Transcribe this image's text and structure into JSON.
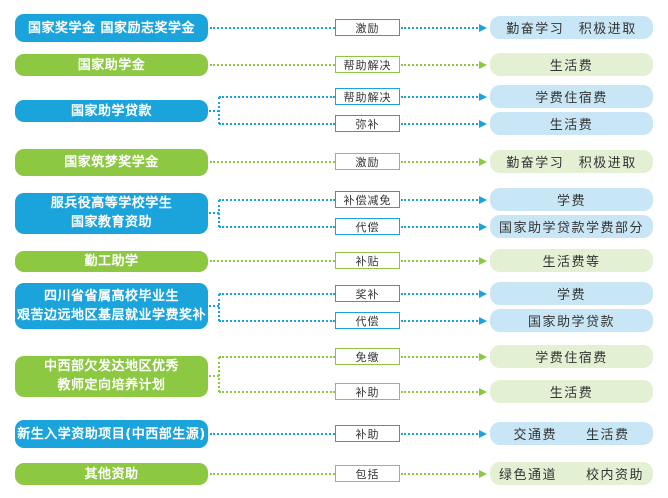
{
  "palette": {
    "blue": "#1BA3DC",
    "green": "#8CC841",
    "blue_light": "#C8E6F5",
    "green_light": "#E4F0D4",
    "text_dark": "#333333",
    "box_text": "#FFFFFF"
  },
  "rows": [
    {
      "color": "blue",
      "program": [
        "国家奖学金  国家励志奖学金"
      ],
      "links": [
        {
          "verb": "激励",
          "result": "勤奋学习　积极进取"
        }
      ]
    },
    {
      "color": "green",
      "program": [
        "国家助学金"
      ],
      "links": [
        {
          "verb": "帮助解决",
          "result": "生活费"
        }
      ]
    },
    {
      "color": "blue",
      "program": [
        "国家助学贷款"
      ],
      "links": [
        {
          "verb": "帮助解决",
          "result": "学费住宿费"
        },
        {
          "verb": "弥补",
          "result": "生活费"
        }
      ]
    },
    {
      "color": "green",
      "program": [
        "国家筑梦奖学金"
      ],
      "links": [
        {
          "verb": "激励",
          "result": "勤奋学习　积极进取"
        }
      ]
    },
    {
      "color": "blue",
      "program": [
        "服兵役高等学校学生",
        "国家教育资助"
      ],
      "links": [
        {
          "verb": "补偿减免",
          "result": "学费"
        },
        {
          "verb": "代偿",
          "result": "国家助学贷款学费部分"
        }
      ]
    },
    {
      "color": "green",
      "program": [
        "勤工助学"
      ],
      "links": [
        {
          "verb": "补贴",
          "result": "生活费等"
        }
      ]
    },
    {
      "color": "blue",
      "program": [
        "四川省省属高校毕业生",
        "艰苦边远地区基层就业学费奖补"
      ],
      "links": [
        {
          "verb": "奖补",
          "result": "学费"
        },
        {
          "verb": "代偿",
          "result": "国家助学贷款"
        }
      ]
    },
    {
      "color": "green",
      "program": [
        "中西部欠发达地区优秀",
        "教师定向培养计划"
      ],
      "links": [
        {
          "verb": "免缴",
          "result": "学费住宿费"
        },
        {
          "verb": "补助",
          "result": "生活费"
        }
      ]
    },
    {
      "color": "blue",
      "program": [
        "新生入学资助项目(中西部生源)"
      ],
      "links": [
        {
          "verb": "补助",
          "result": "交通费　　生活费"
        }
      ]
    },
    {
      "color": "green",
      "program": [
        "其他资助"
      ],
      "links": [
        {
          "verb": "包括",
          "result": "绿色通道　　校内资助"
        }
      ]
    }
  ]
}
